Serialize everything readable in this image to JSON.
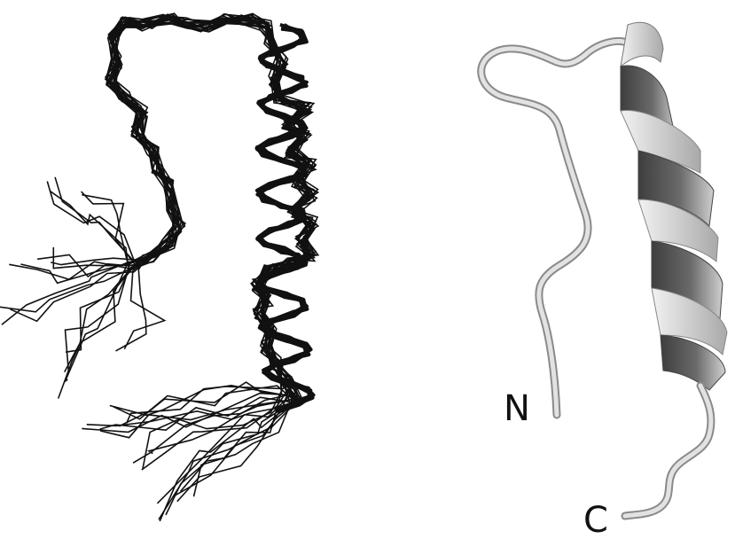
{
  "figure": {
    "panels": [
      {
        "id": "ensemble",
        "description_name": "nmr-ensemble-backbone-traces",
        "stroke_color": "#111111"
      },
      {
        "id": "ribbon",
        "description_name": "ribbon-cartoon-structure",
        "labels": {
          "n_terminus": "N",
          "c_terminus": "C"
        },
        "colors": {
          "coil": "#d8d8d8",
          "coil_edge": "#8a8a8a",
          "helix_dark": "#4a4a4a",
          "helix_light": "#e6e6e6"
        }
      }
    ]
  }
}
